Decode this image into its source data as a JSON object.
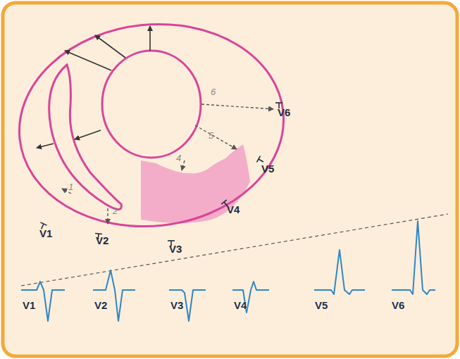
{
  "diagram": {
    "labels": [
      "6",
      "V6",
      "5",
      "V5",
      "4",
      "V4",
      "1",
      "2",
      "V1",
      "V2",
      "V3",
      "V1",
      "V2",
      "V3",
      "V4",
      "V5",
      "V6"
    ]
  }
}
